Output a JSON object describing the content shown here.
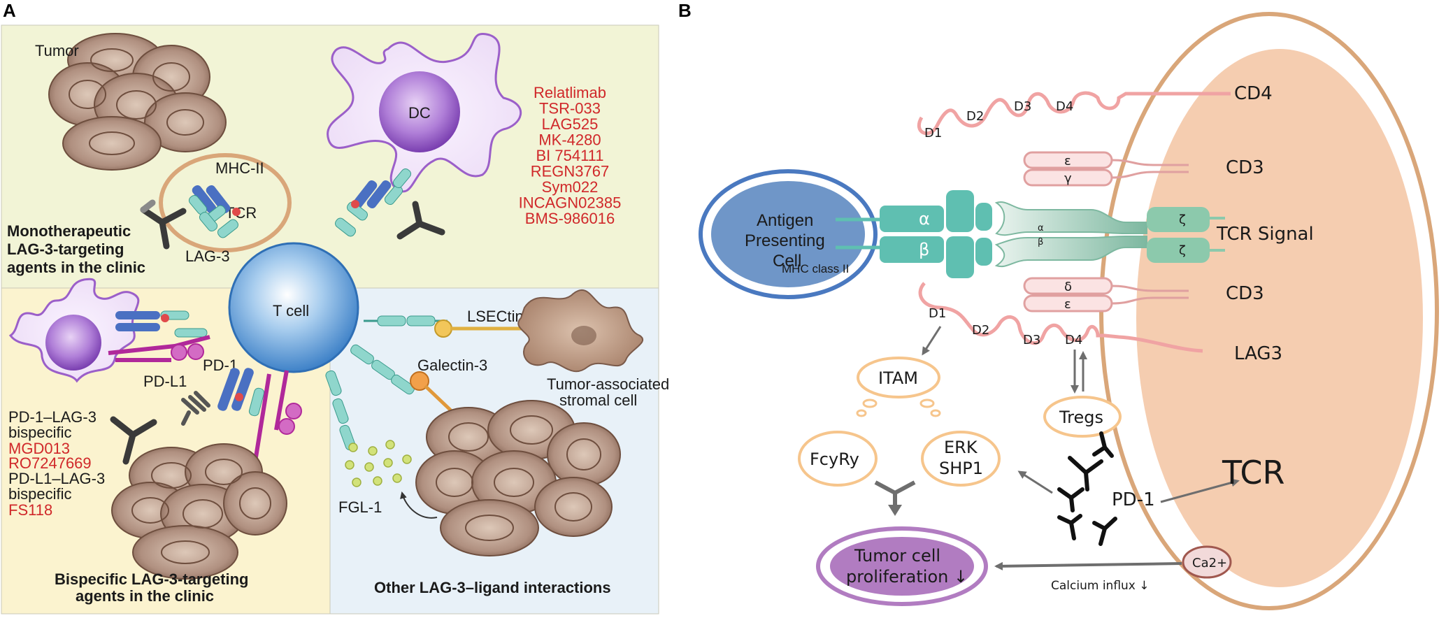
{
  "panel_a": {
    "letter": "A",
    "labels": {
      "tumor": "Tumor",
      "dc": "DC",
      "mhc_ii": "MHC-II",
      "tcr": "TCR",
      "lag3": "LAG-3",
      "t_cell": "T cell",
      "pd1": "PD-1",
      "pdl1": "PD-L1",
      "lsectin": "LSECtin",
      "galectin3": "Galectin-3",
      "stromal_line1": "Tumor-associated",
      "stromal_line2": "stromal cell",
      "fgl1": "FGL-1",
      "pd1_lag3_line1": "PD-1–LAG-3",
      "pd1_lag3_line2": "bispecific",
      "pdl1_lag3_line1": "PD-L1–LAG-3",
      "pdl1_lag3_line2": "bispecific"
    },
    "drugs_mono": [
      "Relatlimab",
      "TSR-033",
      "LAG525",
      "MK-4280",
      "BI 754111",
      "REGN3767",
      "Sym022",
      "INCAGN02385",
      "BMS-986016"
    ],
    "drugs_pd1_lag3": [
      "MGD013",
      "RO7247669"
    ],
    "drugs_pdl1_lag3": [
      "FS118"
    ],
    "headings": {
      "mono_line1": "Monotherapeutic",
      "mono_line2": "LAG-3-targeting",
      "mono_line3": "agents in the clinic",
      "bispecific_line1": "Bispecific LAG-3-targeting",
      "bispecific_line2": "agents in the clinic",
      "other": "Other LAG-3–ligand interactions"
    },
    "colors": {
      "top_bg": "#f2f4d6",
      "bottom_left_bg": "#fbf3cf",
      "bottom_right_bg": "#e8f1f8",
      "drug_red": "#d0282a",
      "tcell_blue": "#5b9bd5",
      "dc_purple": "#9b5fc9",
      "tumor_brown": "#9c7b69"
    }
  },
  "panel_b": {
    "letter": "B",
    "labels": {
      "cd4": "CD4",
      "cd3_top": "CD3",
      "tcr_signal": "TCR Signal",
      "cd3_bottom": "CD3",
      "lag3": "LAG3",
      "apc_line1": "Antigen",
      "apc_line2": "Presenting",
      "apc_line3": "Cell",
      "mhc_class_ii": "MHC class II",
      "alpha": "α",
      "beta": "β",
      "alpha_small": "α",
      "beta_small": "β",
      "epsilon_top": "ε",
      "gamma": "γ",
      "delta": "δ",
      "epsilon_bottom": "ε",
      "zeta_top": "ζ",
      "zeta_bottom": "ζ",
      "itam": "ITAM",
      "tregs": "Tregs",
      "fcyry": "FcyRy",
      "erk": "ERK",
      "shp1": "SHP1",
      "pd1": "PD-1",
      "tcr": "TCR",
      "tumor_line1": "Tumor cell",
      "tumor_line2": "proliferation ↓",
      "ca2": "Ca2+",
      "calcium_influx": "Calcium influx ↓"
    },
    "domains_cd4": [
      "D1",
      "D2",
      "D3",
      "D4"
    ],
    "domains_lag3": [
      "D1",
      "D2",
      "D3",
      "D4"
    ],
    "colors": {
      "cell_fill": "#f5cdb0",
      "cell_border": "#d9a679",
      "apc_fill": "#6f96c8",
      "apc_border": "#4a79c0",
      "tcr_teal": "#5fbfb1",
      "domain_pink": "#f0a3a3",
      "oval_orange": "#f6c58c",
      "tumor_purple": "#b17cc1"
    }
  }
}
